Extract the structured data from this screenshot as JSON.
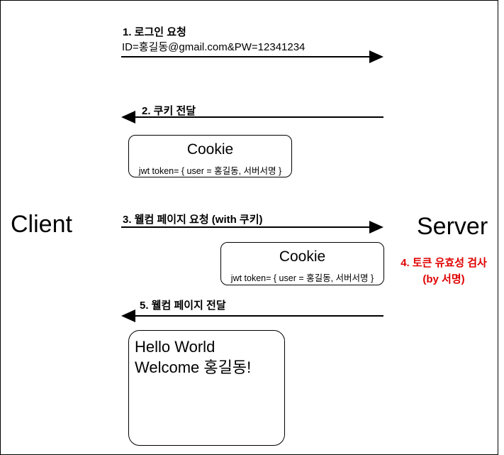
{
  "actors": {
    "client": "Client",
    "server": "Server"
  },
  "steps": {
    "step1": {
      "title": "1. 로그인 요청",
      "detail": "ID=홍길동@gmail.com&PW=12341234"
    },
    "step2": {
      "title": "2. 쿠키 전달"
    },
    "step3": {
      "title": "3. 웰컴 페이지 요청 (with 쿠키)"
    },
    "step4": {
      "title": "4. 토큰 유효성 검사",
      "detail": "(by 서명)",
      "color": "#e00000"
    },
    "step5": {
      "title": "5. 웰컴 페이지 전달"
    }
  },
  "cookie1": {
    "title": "Cookie",
    "body": "jwt token= { user = 홍길동, 서버서명 }"
  },
  "cookie2": {
    "title": "Cookie",
    "body": "jwt token= { user = 홍길동, 서버서명 }"
  },
  "response": {
    "line1": "Hello World",
    "line2": "Welcome 홍길동!"
  }
}
